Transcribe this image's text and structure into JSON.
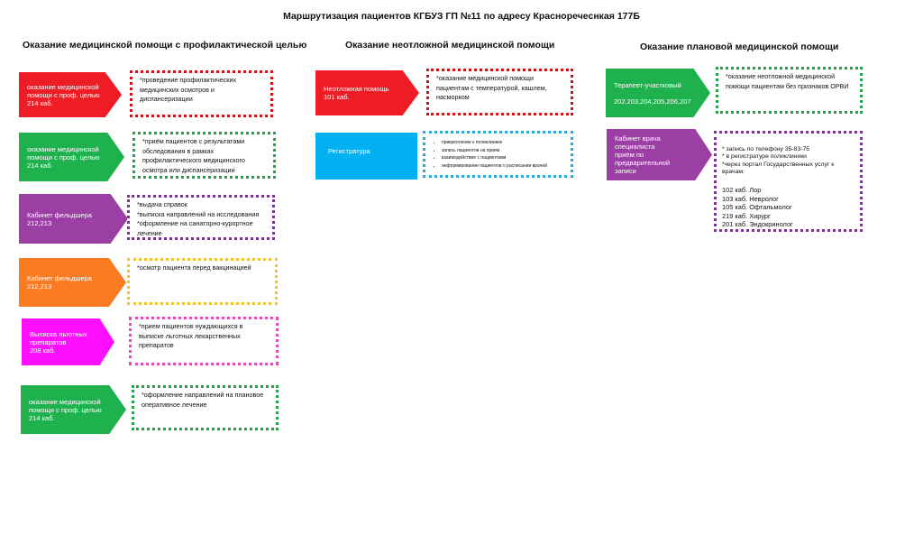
{
  "title": "Маршрутизация пациентов КГБУЗ ГП №11 по адресу Красноречеснкая 177Б",
  "columns": {
    "left": "Оказание медицинской помощи с профилактической целью",
    "middle": "Оказание неотложной медицинской помощи",
    "right": "Оказание плановой медицинской помощи"
  },
  "left_rows": [
    {
      "label": "оказание медицинской\nпомощи с проф. целью\n214 каб.",
      "text": "*проведение профилактических\nмедицинских осмотров и\nдиспансеризации"
    },
    {
      "label": "оказание медицинской\nпомощи с проф. целью\n214 каб.",
      "text": "*приём пациентов с результатами\nобследования  в рамках\nпрофилактического медицинского\nосмотра или диспансеризации"
    },
    {
      "label": "Кабинет фельдшера\n212,213",
      "text": "*выдача справок\n*выписка направлений на исследования\n*оформление на санаторно-курортное\nлечение"
    },
    {
      "label": "Кабинет фельдшера\n212,213",
      "text": "*осмотр пациента перед вакцинацией"
    },
    {
      "label": "Выписка льготных\nпрепаратов\n208 каб.",
      "text": "*прием пациентов нуждающихся в\nвыписке льготных лекарственных\nпрепаратов"
    },
    {
      "label": "оказание медицинской\nпомощи с проф. целью\n214 каб.",
      "text": "*оформление направлений на плановое\nоперативное лечение"
    }
  ],
  "middle_rows": [
    {
      "label": "Неотложная помощь\n101 каб.",
      "text": "*оказание медицинской помощи\nпациентам с температурой, кашлем,\nнасморком"
    },
    {
      "label": "Регистратура",
      "items": [
        "прикрепление к поликлинике",
        "запись пациентов на прием",
        "взаимодействие с пациентами",
        "информирование пациентов о расписании врачей"
      ]
    }
  ],
  "right_rows": [
    {
      "label": "Терапевт-участковый\n\n202,203,204,205,206,207",
      "text": "*оказание неотложной медицинской\nпомощи пациентам без признаков ОРВИ"
    },
    {
      "label": "Кабинет врача\nспециалиста\nприём по\nпредварительной\nзаписи",
      "text": "* запись по телефону 35-83-75\n* в регистратуре поликлиники\n*через портал Государственных услуг к\nврачам:",
      "list": "102 каб. Лор\n103 каб. Невролог\n105 каб. Офтальмолог\n219 каб. Хирург\n201 каб. Эндокринолог"
    }
  ],
  "colors": {
    "red": "#ee1c24",
    "green": "#1fb14e",
    "purple": "#9b3fa4",
    "orange": "#fb7b22",
    "magenta": "#ff0fff",
    "blue": "#00b0f0"
  }
}
